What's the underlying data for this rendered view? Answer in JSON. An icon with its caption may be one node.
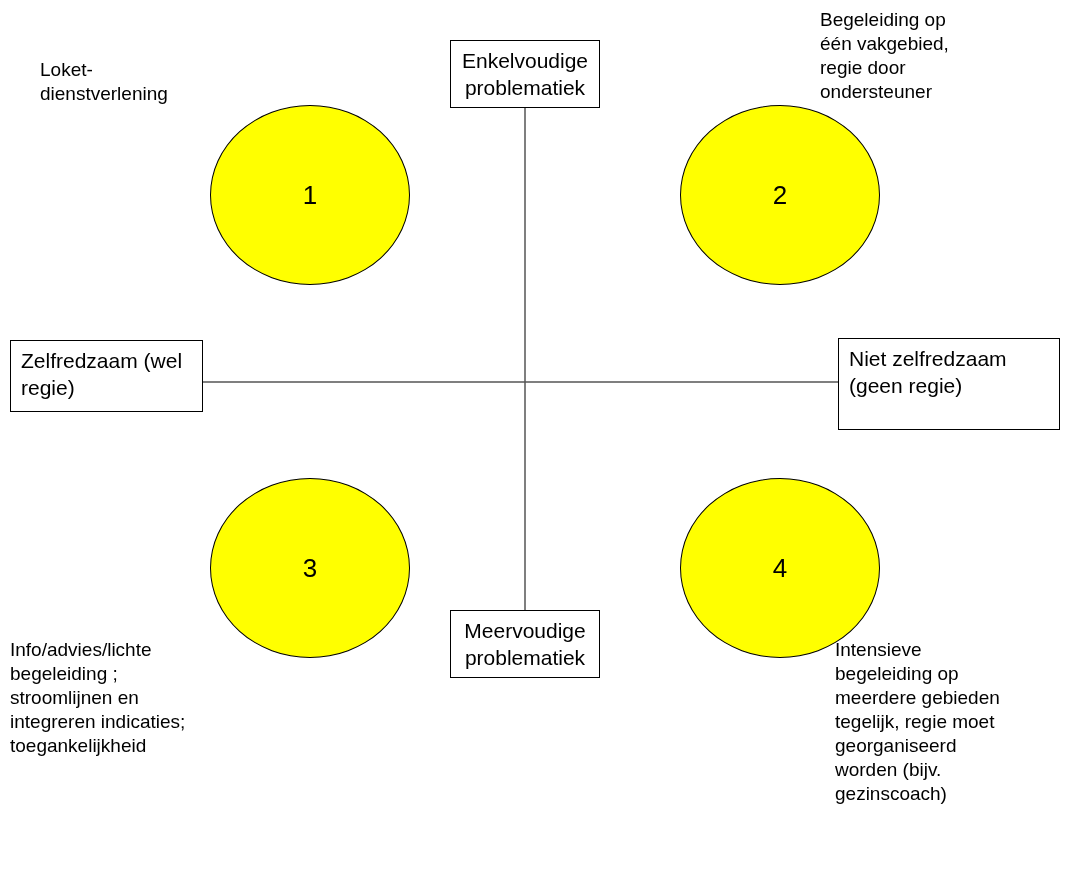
{
  "diagram": {
    "nodes": [
      {
        "text": [
          "Enkelvoudige problematiek"
        ]
      },
      {
        "text": [
          "1"
        ],
        "beside": [
          "Loket- dienstverlening"
        ]
      },
      {
        "text": [
          "2"
        ],
        "beside": [
          "Begeleiding op één vakgebied, regie door ondersteuner"
        ]
      },
      {
        "text": [
          "Zelfredzaam (wel regie)"
        ]
      },
      {
        "text": [
          "Niet zelfredzaam (geen regie)"
        ]
      },
      {
        "text": [
          "3"
        ],
        "beside": [
          "Info/advies/lichte begeleiding ; stroomlijnen en integreren indicaties; toegankelijkheid"
        ]
      },
      {
        "text": [
          "4"
        ],
        "beside": [
          "Intensieve begeleiding op meerdere gebieden tegelijk, regie moet georganiseerd worden (bijv. gezinscoach)"
        ]
      },
      {
        "text": [
          "Meervoudige problematiek"
        ]
      }
    ],
    "edges": [
      {
        "from": 0,
        "to": 7,
        "arrow": "none"
      },
      {
        "from": 3,
        "to": 4,
        "arrow": "none"
      }
    ]
  }
}
